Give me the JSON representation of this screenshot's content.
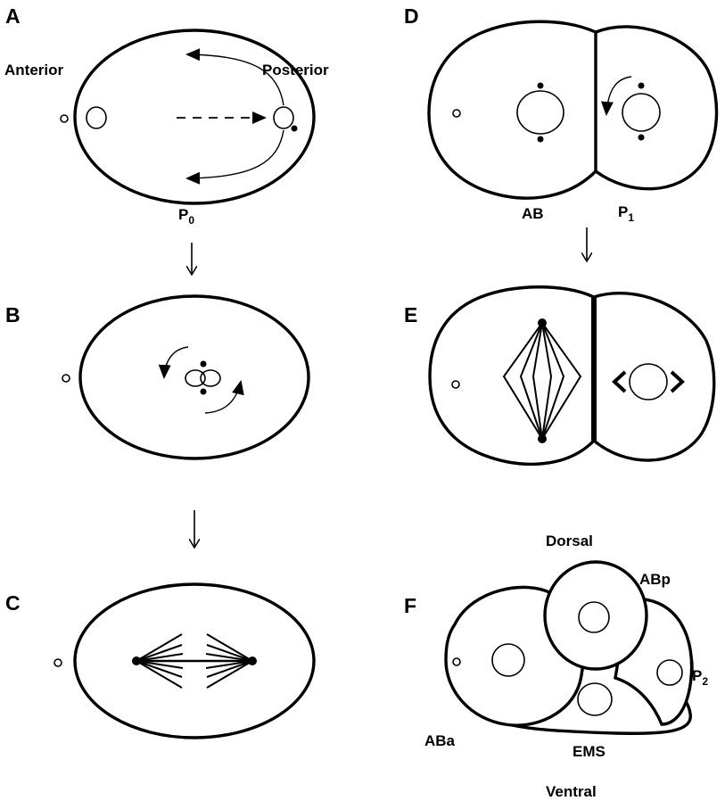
{
  "panels": {
    "a": {
      "label": "A",
      "anterior": "Anterior",
      "posterior": "Posterior",
      "cell_main": "P",
      "cell_sub": "0"
    },
    "b": {
      "label": "B"
    },
    "c": {
      "label": "C"
    },
    "d": {
      "label": "D",
      "cell_left": "AB",
      "cell_right_main": "P",
      "cell_right_sub": "1"
    },
    "e": {
      "label": "E"
    },
    "f": {
      "label": "F",
      "dorsal": "Dorsal",
      "ventral": "Ventral",
      "aba": "ABa",
      "abp": "ABp",
      "ems": "EMS",
      "p2_main": "P",
      "p2_sub": "2"
    }
  }
}
